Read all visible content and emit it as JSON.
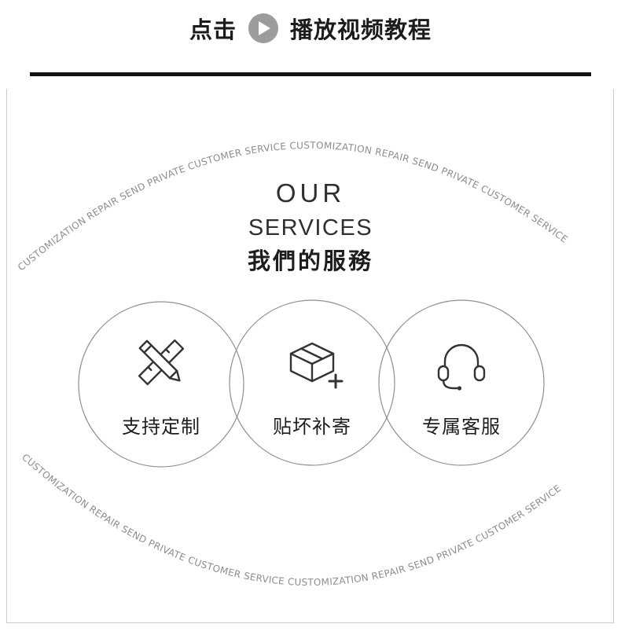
{
  "header": {
    "click_label": "点击",
    "play_label": "播放视频教程"
  },
  "services": {
    "ring_text": "CUSTOMIZATION REPAIR SEND PRIVATE CUSTOMER SERVICE CUSTOMIZATION REPAIR SEND PRIVATE CUSTOMER SERVICE",
    "title_en_line1": "OUR",
    "title_en_line2": "SERVICES",
    "title_zh": "我們的服務",
    "items": [
      {
        "label": "支持定制",
        "icon": "pencil-ruler-icon"
      },
      {
        "label": "贴坏补寄",
        "icon": "package-plus-icon"
      },
      {
        "label": "专属客服",
        "icon": "headset-icon"
      }
    ]
  },
  "colors": {
    "ring_text": "#8d8d8d",
    "ink": "#2f2f2f",
    "circle_stroke": "#8f8f8f",
    "divider": "#121212",
    "panel_border": "#cccccc",
    "play_button": "#9c9c9c"
  }
}
